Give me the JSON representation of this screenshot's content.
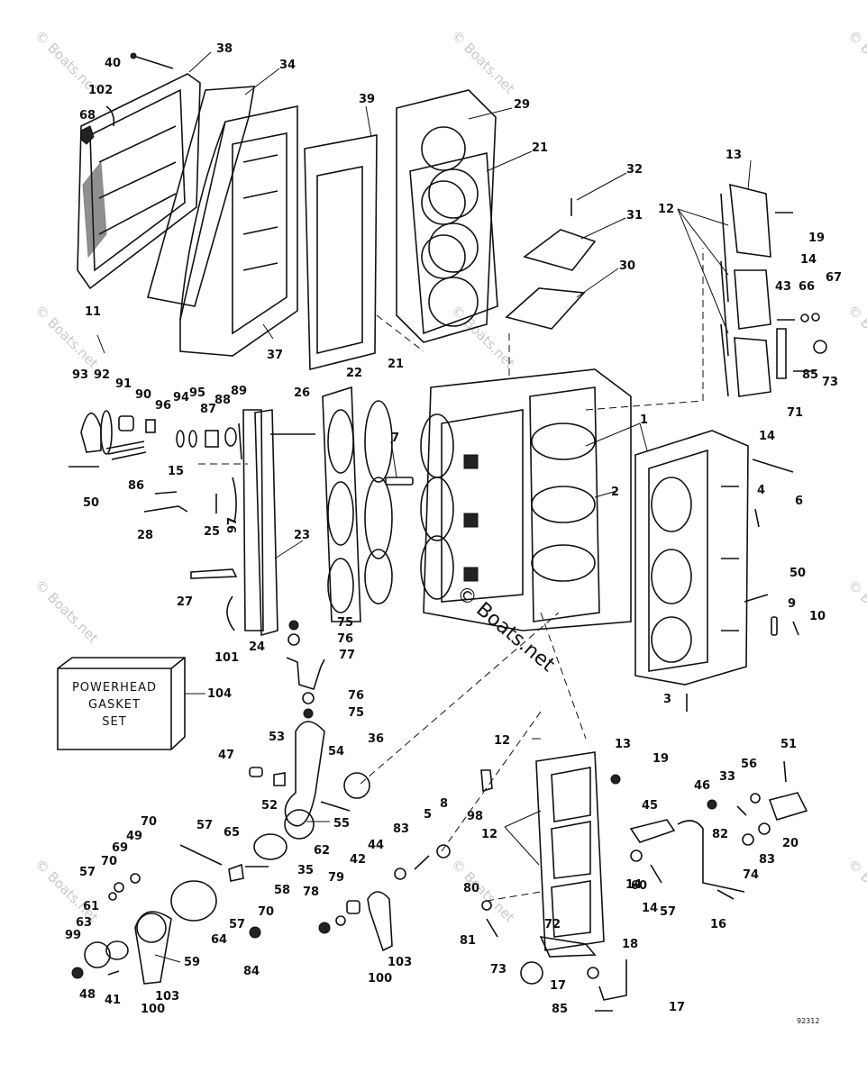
{
  "watermark": "© Boats.net",
  "center_watermark": "© Boats.net",
  "gasket_set": {
    "line1": "POWERHEAD",
    "line2": "GASKET",
    "line3": "SET"
  },
  "figure_code": "92312",
  "callouts": {
    "c1": "1",
    "c2": "2",
    "c3": "3",
    "c4": "4",
    "c5": "5",
    "c6": "6",
    "c7": "7",
    "c8": "8",
    "c9": "9",
    "c10": "10",
    "c11": "11",
    "c12a": "12",
    "c12b": "12",
    "c12c": "12",
    "c13a": "13",
    "c13b": "13",
    "c14a": "14",
    "c14b": "14",
    "c14c": "14",
    "c14d": "14",
    "c15": "15",
    "c16": "16",
    "c17a": "17",
    "c17b": "17",
    "c18": "18",
    "c19a": "19",
    "c19b": "19",
    "c20": "20",
    "c21a": "21",
    "c21b": "21",
    "c22": "22",
    "c23": "23",
    "c24": "24",
    "c25": "25",
    "c26": "26",
    "c27": "27",
    "c28": "28",
    "c29": "29",
    "c30": "30",
    "c31": "31",
    "c32": "32",
    "c33": "33",
    "c34": "34",
    "c35": "35",
    "c36": "36",
    "c37": "37",
    "c38": "38",
    "c39": "39",
    "c40": "40",
    "c41": "41",
    "c42": "42",
    "c43": "43",
    "c44": "44",
    "c45": "45",
    "c46": "46",
    "c47": "47",
    "c48": "48",
    "c49": "49",
    "c50a": "50",
    "c50b": "50",
    "c51": "51",
    "c52": "52",
    "c53": "53",
    "c54": "54",
    "c55": "55",
    "c56": "56",
    "c57a": "57",
    "c57b": "57",
    "c57c": "57",
    "c57d": "57",
    "c58": "58",
    "c59": "59",
    "c60": "60",
    "c61": "61",
    "c62": "62",
    "c63": "63",
    "c64": "64",
    "c65": "65",
    "c66": "66",
    "c67": "67",
    "c68": "68",
    "c69": "69",
    "c70a": "70",
    "c70b": "70",
    "c70c": "70",
    "c71": "71",
    "c72": "72",
    "c73a": "73",
    "c73b": "73",
    "c74": "74",
    "c75a": "75",
    "c75b": "75",
    "c76a": "76",
    "c76b": "76",
    "c77": "77",
    "c78": "78",
    "c79": "79",
    "c80": "80",
    "c81": "81",
    "c82": "82",
    "c83a": "83",
    "c83b": "83",
    "c84": "84",
    "c85a": "85",
    "c85b": "85",
    "c86": "86",
    "c87": "87",
    "c88": "88",
    "c89": "89",
    "c90": "90",
    "c91": "91",
    "c92": "92",
    "c93": "93",
    "c94": "94",
    "c95": "95",
    "c96": "96",
    "c97": "97",
    "c98": "98",
    "c99": "99",
    "c100a": "100",
    "c100b": "100",
    "c101": "101",
    "c102": "102",
    "c103a": "103",
    "c103b": "103",
    "c104": "104"
  }
}
